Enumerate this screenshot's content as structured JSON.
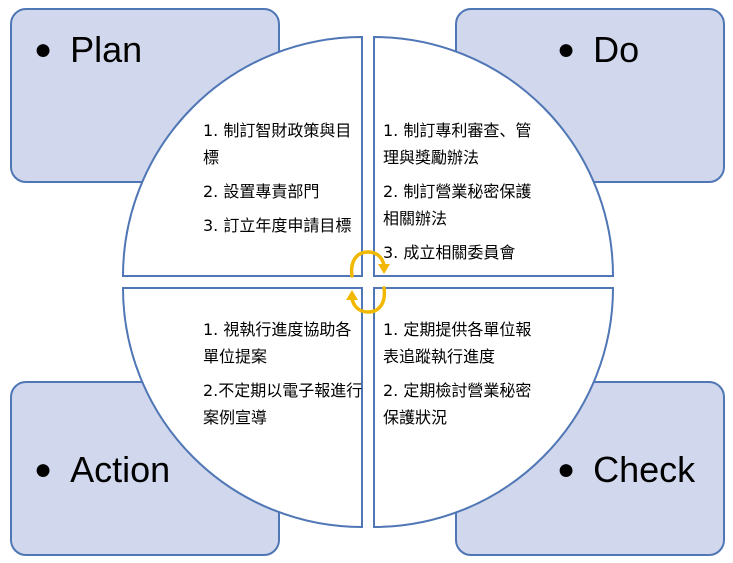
{
  "colors": {
    "box_fill": "#d1d7ec",
    "box_border": "#4f76b5",
    "circle_border": "#4f76b5",
    "cycle_arrows": "#f2b800"
  },
  "cycle_icon": "cycle-arrows-icon",
  "quadrants": {
    "plan": {
      "title": "Plan",
      "items": [
        "1. 制訂智財政策與目標",
        "2. 設置專責部門",
        "3. 訂立年度申請目標"
      ]
    },
    "do": {
      "title": "Do",
      "items": [
        "1. 制訂專利審查、管理與獎勵辦法",
        "2. 制訂營業秘密保護相關辦法",
        "3. 成立相關委員會"
      ]
    },
    "action": {
      "title": "Action",
      "items": [
        "1. 視執行進度協助各單位提案",
        "2.不定期以電子報進行案例宣導"
      ]
    },
    "check": {
      "title": "Check",
      "items": [
        "1. 定期提供各單位報表追蹤執行進度",
        "2. 定期檢討營業秘密保護狀況"
      ]
    }
  }
}
